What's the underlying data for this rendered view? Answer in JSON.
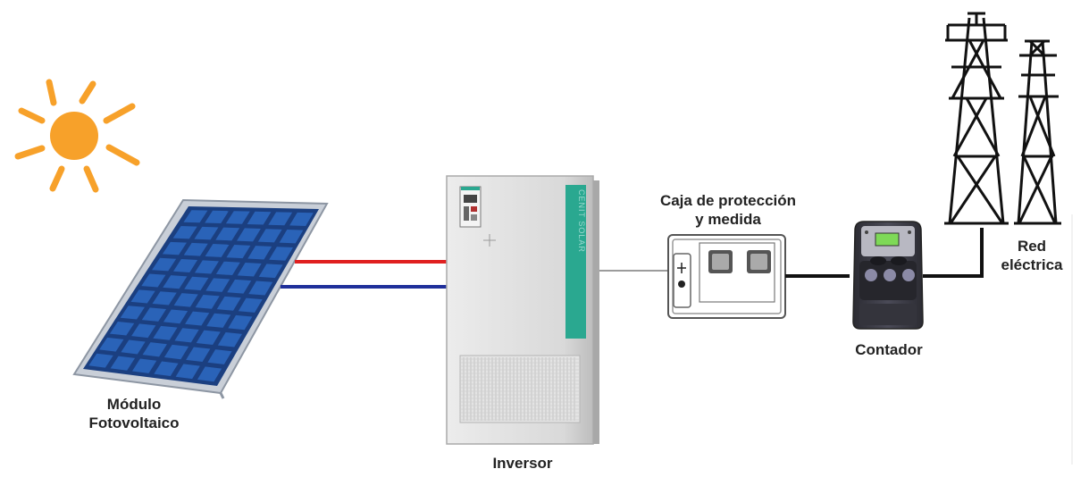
{
  "labels": {
    "module_line1": "Módulo",
    "module_line2": "Fotovoltaico",
    "inverter": "Inversor",
    "box_line1": "Caja de protección",
    "box_line2": "y medida",
    "meter": "Contador",
    "grid_line1": "Red",
    "grid_line2": "eléctrica"
  },
  "inverter_brand": "CENIT SOLAR",
  "colors": {
    "sun": "#f7a12a",
    "panel_cell": "#2a63b8",
    "panel_frame": "#c9cfd8",
    "dc_positive_wire": "#e02020",
    "dc_negative_wire": "#1f2f9a",
    "inverter_body": "#d8d8d8",
    "inverter_strip": "#2aa890",
    "meter_body": "#3a3a44",
    "meter_screen": "#7ed957",
    "grid_wire": "#111111"
  }
}
